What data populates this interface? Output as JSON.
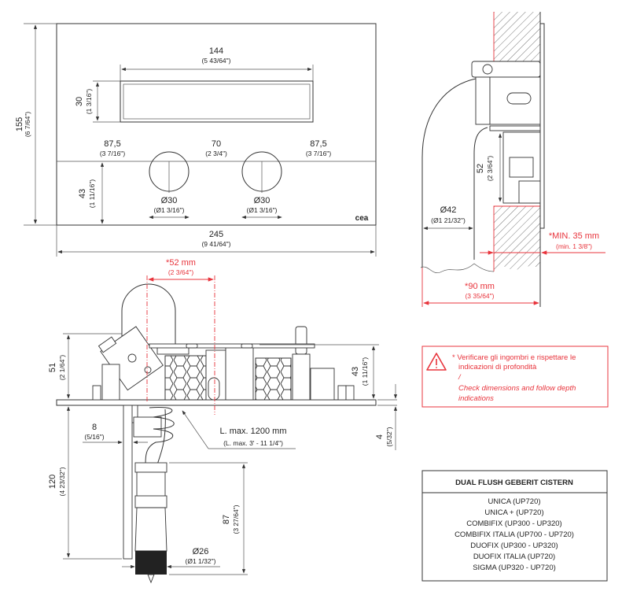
{
  "front_view": {
    "height": {
      "mm": "155",
      "inch": "(6 7/64\")"
    },
    "width": {
      "mm": "245",
      "inch": "(9 41/64\")"
    },
    "button_width": {
      "mm": "144",
      "inch": "(5 43/64\")"
    },
    "button_height": {
      "mm": "30",
      "inch": "(1 3/16\")"
    },
    "left_offset": {
      "mm": "87,5",
      "inch": "(3 7/16\")"
    },
    "center_distance": {
      "mm": "70",
      "inch": "(2 3/4\")"
    },
    "right_offset": {
      "mm": "87,5",
      "inch": "(3 7/16\")"
    },
    "hole_height": {
      "mm": "43",
      "inch": "(1 11/16\")"
    },
    "hole_left": {
      "mm": "Ø30",
      "inch": "(Ø1 3/16\")"
    },
    "hole_right": {
      "mm": "Ø30",
      "inch": "(Ø1 3/16\")"
    },
    "logo": "cea"
  },
  "side_view": {
    "pipe_diameter": {
      "mm": "Ø42",
      "inch": "(Ø1 21/32\")"
    },
    "depth_52": {
      "mm": "52",
      "inch": "(2 3/64\")"
    },
    "min_wall": {
      "mm": "*MIN. 35 mm",
      "inch": "(min. 1 3/8\")"
    },
    "depth_90": {
      "mm": "*90 mm",
      "inch": "(3 35/64\")"
    }
  },
  "bottom_view": {
    "offset_52": {
      "mm": "*52 mm",
      "inch": "(2 3/64\")"
    },
    "height_51": {
      "mm": "51",
      "inch": "(2 1/64\")"
    },
    "height_43": {
      "mm": "43",
      "inch": "(1 11/16\")"
    },
    "plate_4": {
      "mm": "4",
      "inch": "(5/32\")"
    },
    "rod_8": {
      "mm": "8",
      "inch": "(5/16\")"
    },
    "cable_length": {
      "mm": "L. max. 1200 mm",
      "inch": "(L. max. 3' - 11 1/4\")"
    },
    "length_120": {
      "mm": "120",
      "inch": "(4 23/32\")"
    },
    "length_87": {
      "mm": "87",
      "inch": "(3 27/64\")"
    },
    "connector_diameter": {
      "mm": "Ø26",
      "inch": "(Ø1 1/32\")"
    }
  },
  "warning": {
    "icon": "warning-triangle-icon",
    "line1": "* Verificare gli ingombri e rispettare le",
    "line2": "indicazioni di profondità",
    "separator": "/",
    "line3": "Check dimensions and follow depth",
    "line4": "indications"
  },
  "compat_table": {
    "header": "DUAL FLUSH GEBERIT CISTERN",
    "rows": [
      "UNICA (UP720)",
      "UNICA + (UP720)",
      "COMBIFIX (UP300 - UP320)",
      "COMBIFIX ITALIA (UP700 - UP720)",
      "DUOFIX (UP300 - UP320)",
      "DUOFIX ITALIA (UP720)",
      "SIGMA (UP320 - UP720)"
    ]
  },
  "colors": {
    "accent": "#e8343c",
    "line": "#333333"
  }
}
